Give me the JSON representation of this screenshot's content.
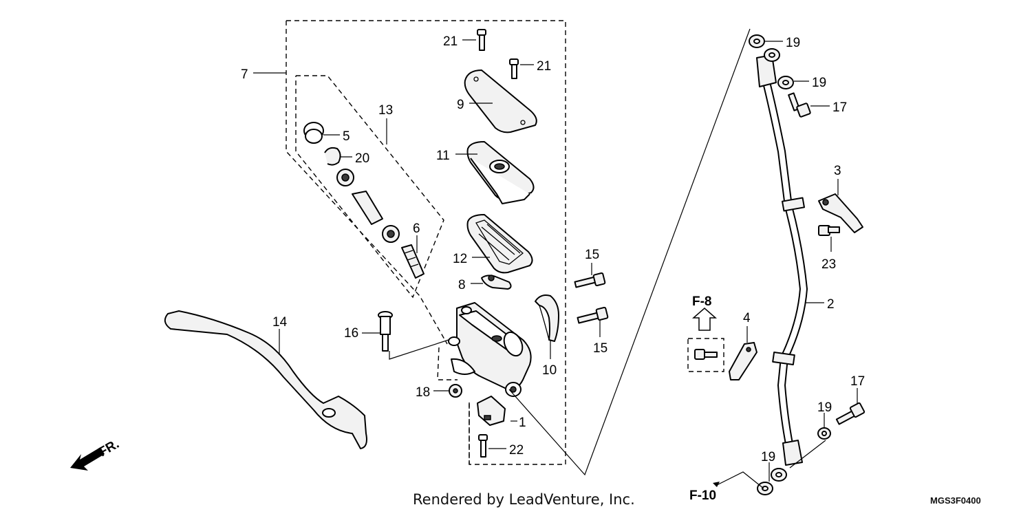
{
  "diagram": {
    "callouts": {
      "c1": "1",
      "c2": "2",
      "c3": "3",
      "c4": "4",
      "c5": "5",
      "c6": "6",
      "c7": "7",
      "c8": "8",
      "c9": "9",
      "c10": "10",
      "c11": "11",
      "c12": "12",
      "c13": "13",
      "c14": "14",
      "c15a": "15",
      "c15b": "15",
      "c16": "16",
      "c17a": "17",
      "c17b": "17",
      "c18": "18",
      "c19a": "19",
      "c19b": "19",
      "c19c": "19",
      "c19d": "19",
      "c20": "20",
      "c21a": "21",
      "c21b": "21",
      "c22": "22",
      "c23": "23"
    },
    "references": {
      "f8": "F-8",
      "f10": "F-10"
    },
    "direction_label": "FR.",
    "credit": "Rendered by LeadVenture, Inc.",
    "code": "MGS3F0400"
  }
}
